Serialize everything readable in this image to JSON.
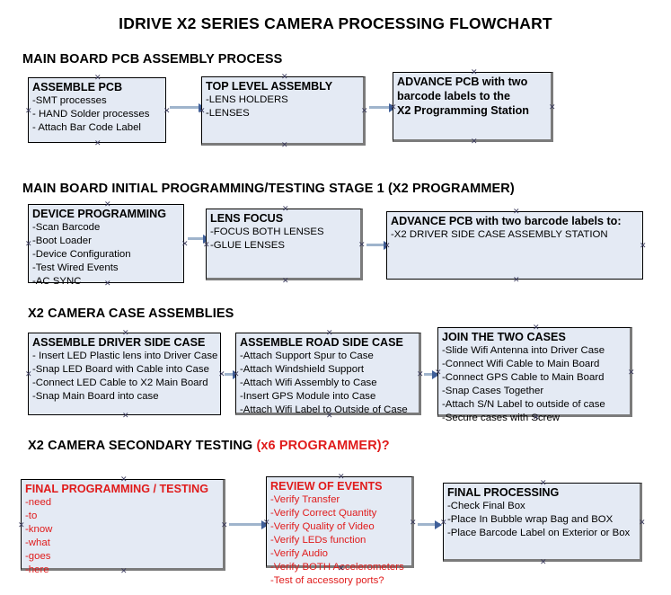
{
  "document": {
    "title": "IDRIVE X2  SERIES CAMERA PROCESSING FLOWCHART"
  },
  "sections": [
    {
      "id": "main-board-pcb-assembly",
      "title": "MAIN BOARD PCB ASSEMBLY PROCESS",
      "title_accent": "",
      "boxes": [
        {
          "id": "assemble-pcb",
          "header": "ASSEMBLE PCB",
          "lines": [
            "-SMT processes",
            "- HAND Solder processes",
            "- Attach Bar Code Label"
          ]
        },
        {
          "id": "top-level-assembly",
          "header": "TOP LEVEL ASSEMBLY",
          "lines": [
            "-LENS HOLDERS",
            "-LENSES"
          ]
        },
        {
          "id": "advance-pcb-programming-station",
          "header": "ADVANCE PCB with two",
          "header_lines": [
            "ADVANCE PCB with two",
            "barcode labels to the",
            " X2 Programming Station"
          ],
          "lines": []
        }
      ]
    },
    {
      "id": "main-board-initial-programming",
      "title": "MAIN BOARD INITIAL PROGRAMMING/TESTING STAGE 1 (X2 PROGRAMMER)",
      "title_accent": "",
      "boxes": [
        {
          "id": "device-programming",
          "header": "DEVICE PROGRAMMING",
          "lines": [
            "-Scan Barcode",
            "-Boot Loader",
            "-Device Configuration",
            "-Test Wired Events",
            "-AC SYNC"
          ]
        },
        {
          "id": "lens-focus",
          "header": "LENS FOCUS",
          "lines": [
            "-FOCUS BOTH LENSES",
            "-GLUE LENSES"
          ]
        },
        {
          "id": "advance-pcb-driver-side-station",
          "header": "ADVANCE PCB with two barcode labels to:",
          "lines": [
            "-X2 DRIVER  SIDE  CASE  ASSEMBLY STATION"
          ]
        }
      ]
    },
    {
      "id": "x2-camera-case-assemblies",
      "title": "X2 CAMERA CASE ASSEMBLIES",
      "title_accent": "",
      "boxes": [
        {
          "id": "assemble-driver-side-case",
          "header": "ASSEMBLE DRIVER SIDE CASE",
          "lines": [
            "- Insert LED Plastic lens into Driver Case",
            "-Snap LED Board with Cable into Case",
            "-Connect LED Cable to X2 Main Board",
            "-Snap Main Board into case"
          ]
        },
        {
          "id": "assemble-road-side-case",
          "header": "ASSEMBLE ROAD SIDE CASE",
          "lines": [
            "-Attach Support Spur to Case",
            "-Attach Windshield Support",
            "-Attach Wifi Assembly to Case",
            "-Insert GPS Module into Case",
            "-Attach Wifi Label to Outside of Case"
          ]
        },
        {
          "id": "join-the-two-cases",
          "header": "JOIN THE TWO CASES",
          "lines": [
            "-Slide Wifi Antenna into Driver Case",
            "-Connect Wifi Cable to Main Board",
            "-Connect GPS Cable to Main Board",
            "-Snap Cases Together",
            "-Attach S/N Label to outside of case",
            "-Secure cases with Screw"
          ]
        }
      ]
    },
    {
      "id": "x2-camera-secondary-testing",
      "title": "X2 CAMERA SECONDARY TESTING ",
      "title_accent": "(x6 PROGRAMMER)?",
      "boxes": [
        {
          "id": "final-programming-testing",
          "header": "FINAL PROGRAMMING / TESTING",
          "lines": [
            "-need",
            "-to",
            "-know",
            "-what",
            "-goes",
            "-here"
          ]
        },
        {
          "id": "review-of-events",
          "header": "REVIEW OF EVENTS",
          "lines": [
            "-Verify Transfer",
            "-Verify Correct Quantity",
            "-Verify Quality of Video",
            "-Verify LEDs function",
            "-Verify Audio",
            "-Verify BOTH Accelerometers",
            "-Test of accessory ports?"
          ]
        },
        {
          "id": "final-processing",
          "header": "FINAL PROCESSING",
          "lines": [
            " -Check Final Box",
            "-Place In Bubble wrap Bag and BOX",
            "-Place Barcode Label on Exterior or Box"
          ]
        }
      ]
    }
  ],
  "colors": {
    "box_fill": "#e4eaf4",
    "box_border": "#000000",
    "box_shadow": "#7b7b7b",
    "text": "#000000",
    "accent_red": "#e01b1b",
    "connector_line": "#9fb4cc",
    "connector_arrow": "#3f5f99",
    "handle": "#3a3a5c",
    "background": "#ffffff"
  }
}
